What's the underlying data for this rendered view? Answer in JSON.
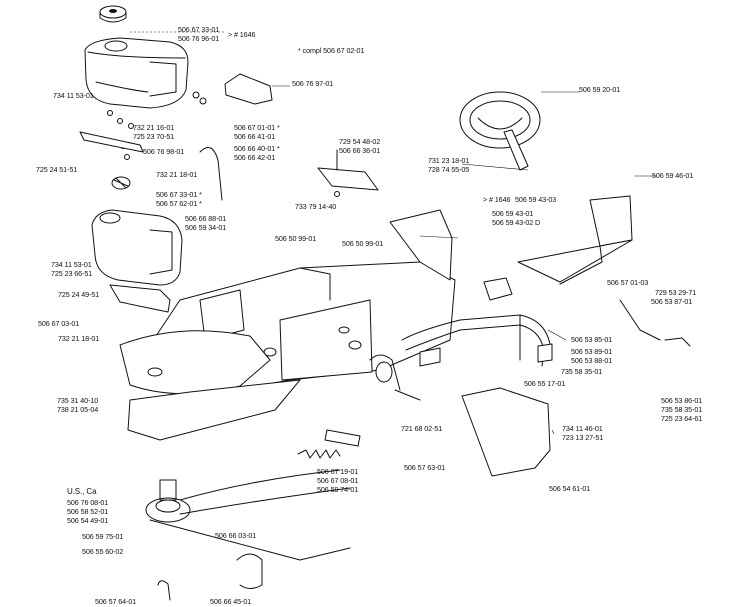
{
  "labels": {
    "l01": "506 67 33-01",
    "l02": "506 76 96-01",
    "l03": "> # 1646",
    "l04": "* compl 506 67 02-01",
    "l05": "506 76 97-01",
    "l06": "506 59 20-01",
    "l07": "734 11 53-01",
    "l08": "732 21 16-01",
    "l09": "725 23 70-51",
    "l10": "506 76 98-01",
    "l11": "725 24 51-51",
    "l12": "732 21 18-01",
    "l13": "506 67 01-01 *",
    "l14": "506 66 41-01",
    "l15": "506 66 40-01 *",
    "l16": "506 66 42-01",
    "l17": "729 54 48-02",
    "l18": "506 66 36-01",
    "l19": "731 23 18-01",
    "l20": "728 74 55-05",
    "l21": "506 67 33-01 *",
    "l22": "506 57 62-01 *",
    "l23": "733 79 14-40",
    "l24": "506 59 46-01",
    "l25": "> # 1646",
    "l26": "506 59 43-03",
    "l27": "506 59 43-01",
    "l28": "506 59 43-02 D",
    "l29": "506 66 88-01",
    "l30": "506 59 34-01",
    "l31": "506 50 99-01",
    "l32": "506 50 99-01",
    "l33": "734 11 53-01",
    "l34": "725 23 66-51",
    "l35": "725 24 49-51",
    "l36": "506 57 01-03",
    "l37": "729 53 29-71",
    "l38": "506 53 87-01",
    "l39": "506 67 03-01",
    "l40": "732 21 18-01",
    "l41": "506 53 85-01",
    "l42": "506 53 89-01",
    "l43": "506 53 88-01",
    "l44": "735 58 35-01",
    "l45": "506 55 17-01",
    "l46": "506 53 86-01",
    "l47": "735 58 35-01",
    "l48": "725 23 64-61",
    "l49": "735 31 40-10",
    "l50": "738 21 05-04",
    "l51": "721 68 02-51",
    "l52": "734 11 46-01",
    "l53": "723 13 27-51",
    "l54": "506 67 19-01",
    "l55": "506 67 08-01",
    "l56": "506 59 74-01",
    "l57": "506 57 63-01",
    "l58": "U.S., Ca",
    "l59": "506 76 08-01",
    "l60": "506 58 52-01",
    "l61": "506 54 49-01",
    "l62": "506 54 61-01",
    "l63": "506 59 75-01",
    "l64": "506 55 60-02",
    "l65": "506 66 03-01",
    "l66": "506 57 64-01",
    "l67": "506 66 45-01"
  }
}
